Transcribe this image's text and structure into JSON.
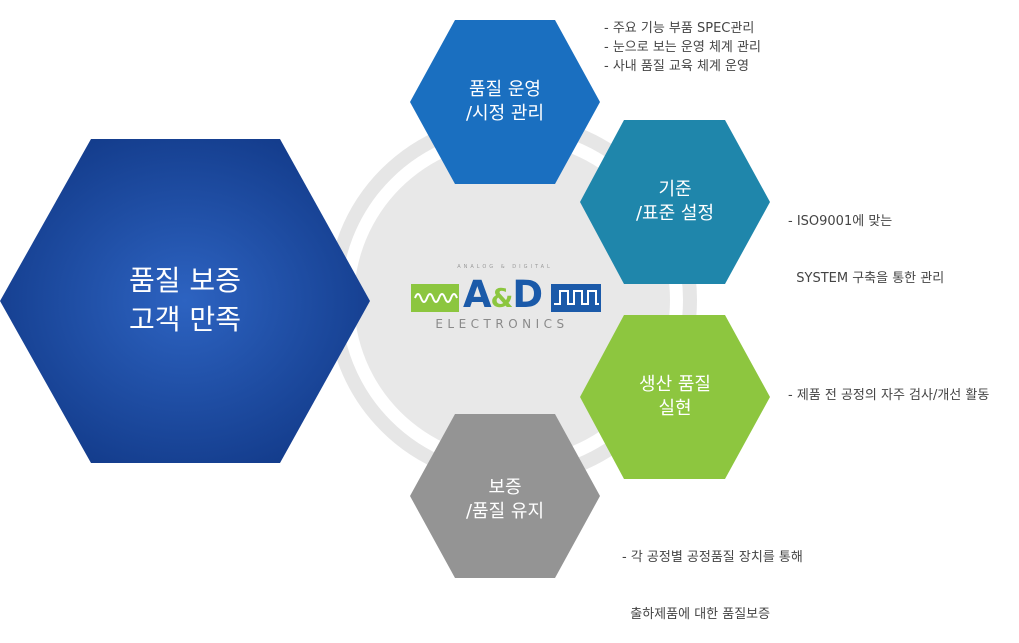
{
  "center_hex": {
    "lines": [
      "품질 보증",
      "고객 만족"
    ],
    "color": "#1f4aa0"
  },
  "hexes": [
    {
      "id": "quality-ops",
      "lines": [
        "품질 운영",
        "/시정 관리"
      ],
      "color": "#1a6fc0",
      "notes": [
        "- 주요 기능 부품 SPEC관리",
        "- 눈으로 보는 운영 체계 관리",
        "- 사내 품질 교육 체계 운영"
      ]
    },
    {
      "id": "standard",
      "lines": [
        "기준",
        "/표준 설정"
      ],
      "color": "#1f86ab",
      "notes": [
        "- ISO9001에 맞는",
        "  SYSTEM 구축을 통한 관리"
      ]
    },
    {
      "id": "production-quality",
      "lines": [
        "생산 품질",
        "실현"
      ],
      "color": "#8dc63f",
      "notes": [
        "- 제품 전 공정의 자주 검사/개선 활동"
      ]
    },
    {
      "id": "assurance",
      "lines": [
        "보증",
        "/품질 유지"
      ],
      "color": "#949494",
      "notes": [
        "- 각 공정별 공정품질 장치를 통해",
        "  출하제품에 대한 품질보증"
      ]
    }
  ],
  "logo": {
    "top_text": "ANALOG & DIGITAL",
    "main_a": "A",
    "main_amp": "&",
    "main_d": "D",
    "bottom_text": "ELECTRONICS",
    "blue": "#1b5aa9",
    "green": "#8cc63f"
  },
  "ring_color": "#e6e6e6",
  "disc_color": "#e8e8e8"
}
